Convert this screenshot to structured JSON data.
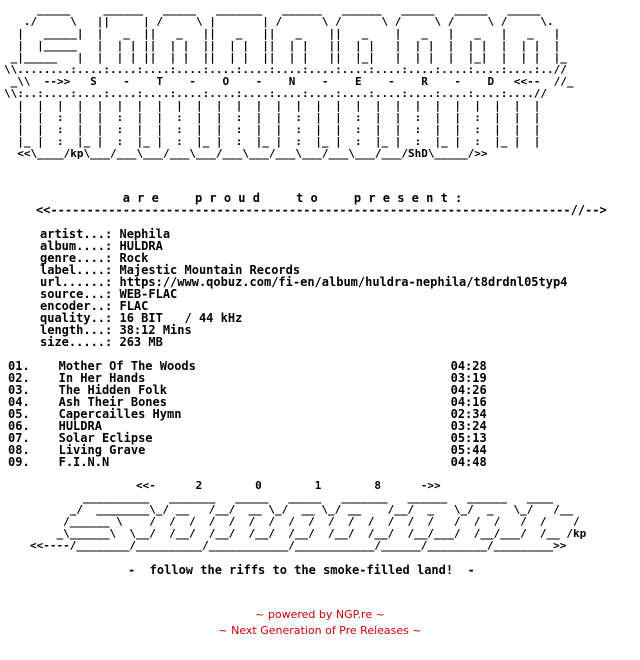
{
  "art_top": "     _____     ______   _____   _______   ______   ______   _____   _____   _____\n   ./     \\   ||     | /     \\ |       | /      \\ /      \\ /     \\ /     \\ /     \\.\n  |   _____|  |   _  ||   _   ||   _   ||   _    ||   _    |   _   |   _   |   _   |\n  |  |_____   |  | | ||  | |  ||  | |  ||  | |   ||  | |   |  | |  |  | |  |  | |  |\n _|_____   |  |  | | ||  | |  ||  | |  ||  | |   ||  |_|   |  | |  |  |_|  |  | |  |_\n\\\\........:....:....:....:....:....:....:....:....:....:....:....:....:....:....:..//\n _\\\\  -->>   S    -    T    -    O    -    N    -    E    -    R    -    D   <<--  //_\n\\\\:..:....:....:....:....:....:....:....:....:....:....:....:....:....:....:....//\n  |  |  |  |  |  |  |  |  |  |  |  |  |  |  |  |  |  |  |  |  |  |  |  |  |  |  |\n  |  |  :  |  |  :  |  |  :  |  |  :  |  |  :  |  |  :  |  |  :  |  |  :  |  |  |\n  |  |  :  |  |  :  |  |  :  |  |  :  |  |  :  |  |  :  |  |  :  |  |  :  |  |  |\n  |_ |  :  |_ |  :  |_ |  :  |_ |  :  |_ |  :  |_ |  :  |_ |  :  |_ |  :  |_ |  |\n  <<\\____/kp\\___/___\\___/___\\___/___\\___/___\\___/___\\___/___/ShD\\_____/>>",
  "present_line": "            a r e     p r o u d     t o     p r e s e n t :",
  "arrow_line": "<<------------------------------------------------------------------------//-->",
  "info": {
    "artist_label": "artist...:",
    "artist": "Nephila",
    "album_label": "album....:",
    "album": "HULDRA",
    "genre_label": "genre....:",
    "genre": "Rock",
    "label_label": "label....:",
    "label": "Majestic Mountain Records",
    "url_label": "url......:",
    "url": "https://www.qobuz.com/fi-en/album/huldra-nephila/t8drdnl05typ4",
    "source_label": "source...:",
    "source": "WEB-FLAC",
    "encoder_label": "encoder..:",
    "encoder": "FLAC",
    "quality_label": "quality..:",
    "quality": "16 BIT   / 44 kHz",
    "length_label": "length...:",
    "length": "38:12 Mins",
    "size_label": "size.....:",
    "size": "263 MB"
  },
  "tracks": [
    {
      "num": "01.",
      "title": "Mother Of The Woods",
      "time": "04:28"
    },
    {
      "num": "02.",
      "title": "In Her Hands",
      "time": "03:19"
    },
    {
      "num": "03.",
      "title": "The Hidden Folk",
      "time": "04:26"
    },
    {
      "num": "04.",
      "title": "Ash Their Bones",
      "time": "04:16"
    },
    {
      "num": "05.",
      "title": "Capercailles Hymn",
      "time": "02:34"
    },
    {
      "num": "06.",
      "title": "HULDRA",
      "time": "03:24"
    },
    {
      "num": "07.",
      "title": "Solar Eclipse",
      "time": "05:13"
    },
    {
      "num": "08.",
      "title": "Living Grave",
      "time": "05:44"
    },
    {
      "num": "09.",
      "title": "F.I.N.N",
      "time": "04:48"
    }
  ],
  "art_bottom": "                <<-      2        0        1        8      ->>\n        __________   _______   _____   _____   _______   ______   ______   ____\n      _/  ________\\_/ __   /__/  __ \\_/  __ \\_/ __    /__/  _   \\_/  _   \\_/   /__\n     /______ \\    /  /  /  /  /  /  /  /  /  /  /  /  /  /  /   /  /  /   /  /    /\n    _\\______\\  \\__/  /__/  /__/  /__/  /__/  /__/  /__/  /__/___/  /__/___/  /__ /kp\n<<----/________/__________/____________/____________/______/_________/_________>>",
  "tagline": "-  follow the riffs to the smoke-filled land!  -",
  "footer": {
    "line1": "~ powered by NGP.re ~",
    "line2": "~ Next Generation of Pre Releases ~"
  }
}
